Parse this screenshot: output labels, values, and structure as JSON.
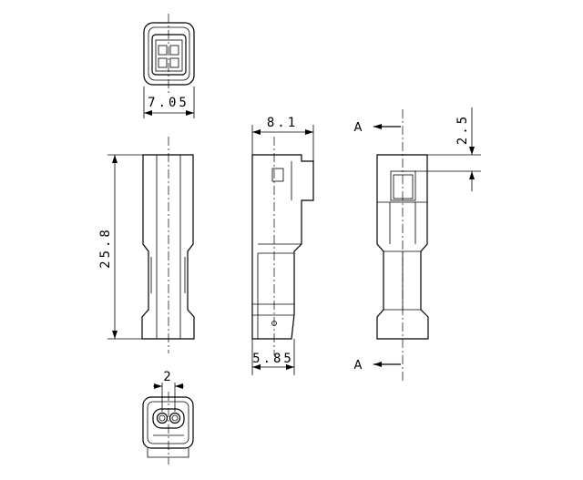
{
  "drawing": {
    "dimensions": {
      "front_width": "7.05",
      "side_width": "8.1",
      "lower_width": "5.85",
      "height": "25.8",
      "latch": "2.5",
      "pitch": "2"
    },
    "section_label_top": "A",
    "section_label_bottom": "A"
  }
}
